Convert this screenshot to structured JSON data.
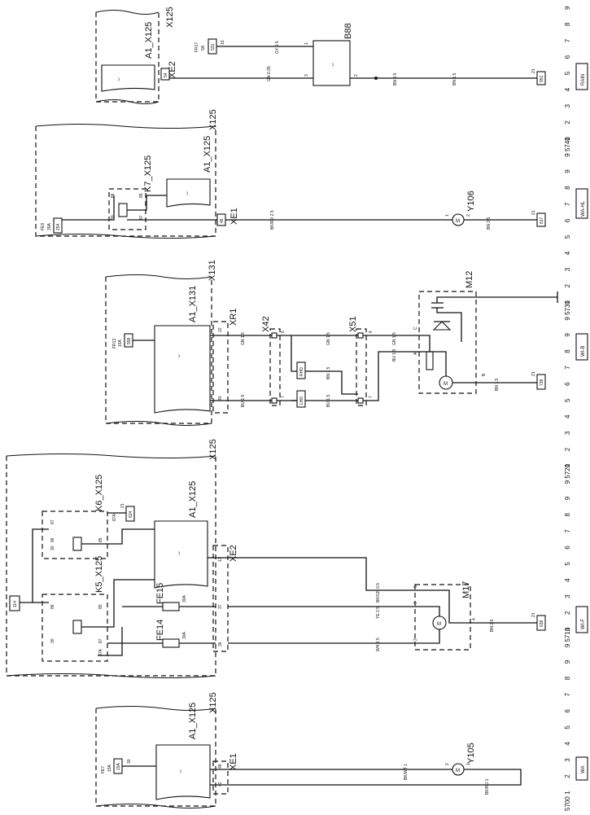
{
  "sections": {
    "wa": {
      "code": "WA",
      "x125": "X125",
      "module": "A1_X125",
      "connector": "XE1",
      "pins": [
        "48",
        "42"
      ],
      "fuse": {
        "name": "FE7",
        "rating": "15A",
        "ref": "15A",
        "pin": "30"
      },
      "motor": "Y105",
      "pins_motor": [
        "2",
        "1"
      ],
      "wire_a": "BK/WT 1",
      "wire_b": "BK/RD 1"
    },
    "wif": {
      "code": "WI-F",
      "x125": "X125",
      "module": "A1_X125",
      "connector": "XE2",
      "pins": [
        "13",
        "37",
        "36"
      ],
      "k6": "K6_X125",
      "k5": "K5_X125",
      "fe15": "FE15",
      "fe14": "FE14",
      "rating": "30A",
      "conn_ref": "114",
      "k6_pins": [
        "87",
        "86",
        "85",
        "30",
        "87A"
      ],
      "k5_pins": [
        "86",
        "85",
        "30",
        "87",
        "87A"
      ],
      "k6_ground": "21",
      "k6_ground_ref": "624",
      "motor": "M17",
      "motor_pins": [
        "5",
        "3",
        "2",
        "4",
        "1"
      ],
      "ground": "21",
      "ground_ref": "638",
      "w1": "BK/GN 0.5",
      "w2": "YE 2.5",
      "w3": "WH 2.5",
      "w4": "BN 2.5"
    },
    "wib": {
      "code": "WI-B",
      "x131": "X131",
      "module": "A1_X131",
      "xr1": "XR1",
      "pins": [
        "22",
        "40"
      ],
      "x42": "X42",
      "x51": "X51",
      "motor": "M12",
      "fuse": {
        "name": "FR12",
        "rating": "15A",
        "ref": "558",
        "pin": "30"
      },
      "rhd": "RHD",
      "lhd": "LHD",
      "pin6": "6",
      "pin7": "7",
      "w1": "GN 1.5",
      "w2": "BU 1.5",
      "w3": "BN 1.5",
      "ground": "21",
      "ground_ref": "738",
      "letters": [
        "C",
        "A",
        "B"
      ]
    },
    "wahl": {
      "code": "WA-HL",
      "x125": "X125",
      "module": "A1_X125",
      "k7": "K7_X125",
      "connector": "XE1",
      "pin": "46",
      "fuse": {
        "name": "FE9",
        "rating": "30A",
        "ref": "254"
      },
      "k7_pins": [
        "86",
        "85",
        "30",
        "87"
      ],
      "motor": "Y106",
      "motor_pins": [
        "1",
        "2"
      ],
      "ground": "21",
      "ground_ref": "817",
      "w1": "BK/RD 2.5",
      "w2": "BN 2.5"
    },
    "rain": {
      "code": "RAIN",
      "x125": "X125",
      "module": "A1_X125",
      "connector": "XE2",
      "pin": "54",
      "fuse": {
        "name": "FR17",
        "rating": "5A",
        "ref": "531",
        "pin": "15"
      },
      "sensor": "B88",
      "sensor_pins": [
        "1",
        "3",
        "2"
      ],
      "w1": "GY 0.5",
      "w2": "GN 0.35",
      "w3": "BN 0.5",
      "w4": "BN 1.5",
      "ground": "21",
      "ground_ref": "951"
    }
  },
  "scale": {
    "ticks": [
      {
        "v": "5700"
      },
      {
        "v": "1"
      },
      {
        "v": "2"
      },
      {
        "v": "3"
      },
      {
        "v": "4"
      },
      {
        "v": "5"
      },
      {
        "v": "6"
      },
      {
        "v": "7"
      },
      {
        "v": "8"
      },
      {
        "v": "9"
      },
      {
        "v": "9 5710"
      },
      {
        "v": "1"
      },
      {
        "v": "2"
      },
      {
        "v": "3"
      },
      {
        "v": "4"
      },
      {
        "v": "5"
      },
      {
        "v": "6"
      },
      {
        "v": "7"
      },
      {
        "v": "8"
      },
      {
        "v": "9"
      },
      {
        "v": "9 5720"
      },
      {
        "v": "1"
      },
      {
        "v": "2"
      },
      {
        "v": "3"
      },
      {
        "v": "4"
      },
      {
        "v": "5"
      },
      {
        "v": "6"
      },
      {
        "v": "7"
      },
      {
        "v": "8"
      },
      {
        "v": "9"
      },
      {
        "v": "9 5730"
      },
      {
        "v": "1"
      },
      {
        "v": "2"
      },
      {
        "v": "3"
      },
      {
        "v": "4"
      },
      {
        "v": "5"
      },
      {
        "v": "6"
      },
      {
        "v": "7"
      },
      {
        "v": "8"
      },
      {
        "v": "9"
      },
      {
        "v": "9 5740"
      },
      {
        "v": "1"
      },
      {
        "v": "2"
      },
      {
        "v": "3"
      },
      {
        "v": "4"
      },
      {
        "v": "5"
      },
      {
        "v": "6"
      },
      {
        "v": "7"
      },
      {
        "v": "8"
      },
      {
        "v": "9"
      }
    ]
  }
}
